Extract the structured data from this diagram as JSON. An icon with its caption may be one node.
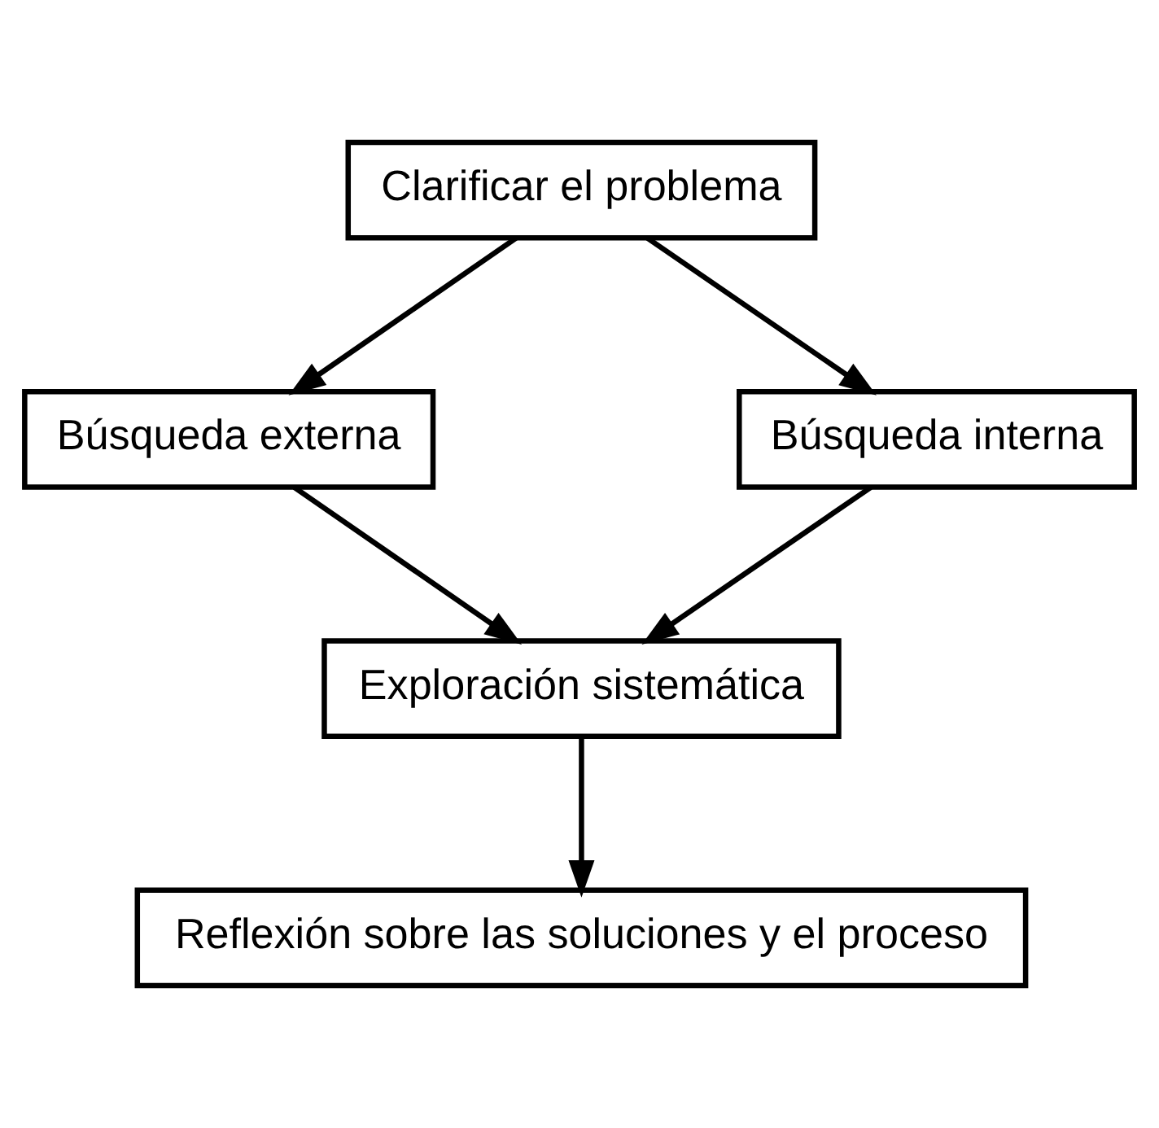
{
  "diagram": {
    "nodes": [
      {
        "text": [
          "Clarificar el problema"
        ]
      },
      {
        "text": [
          "Búsqueda externa"
        ]
      },
      {
        "text": [
          "Búsqueda interna"
        ]
      },
      {
        "text": [
          "Exploración sistemática"
        ]
      },
      {
        "text": [
          "Reflexión sobre las soluciones y el proceso"
        ]
      }
    ],
    "edges": [
      {
        "from": 0,
        "to": 1,
        "arrow": "to"
      },
      {
        "from": 0,
        "to": 2,
        "arrow": "to"
      },
      {
        "from": 1,
        "to": 3,
        "arrow": "to"
      },
      {
        "from": 2,
        "to": 3,
        "arrow": "to"
      },
      {
        "from": 3,
        "to": 4,
        "arrow": "to"
      }
    ]
  }
}
